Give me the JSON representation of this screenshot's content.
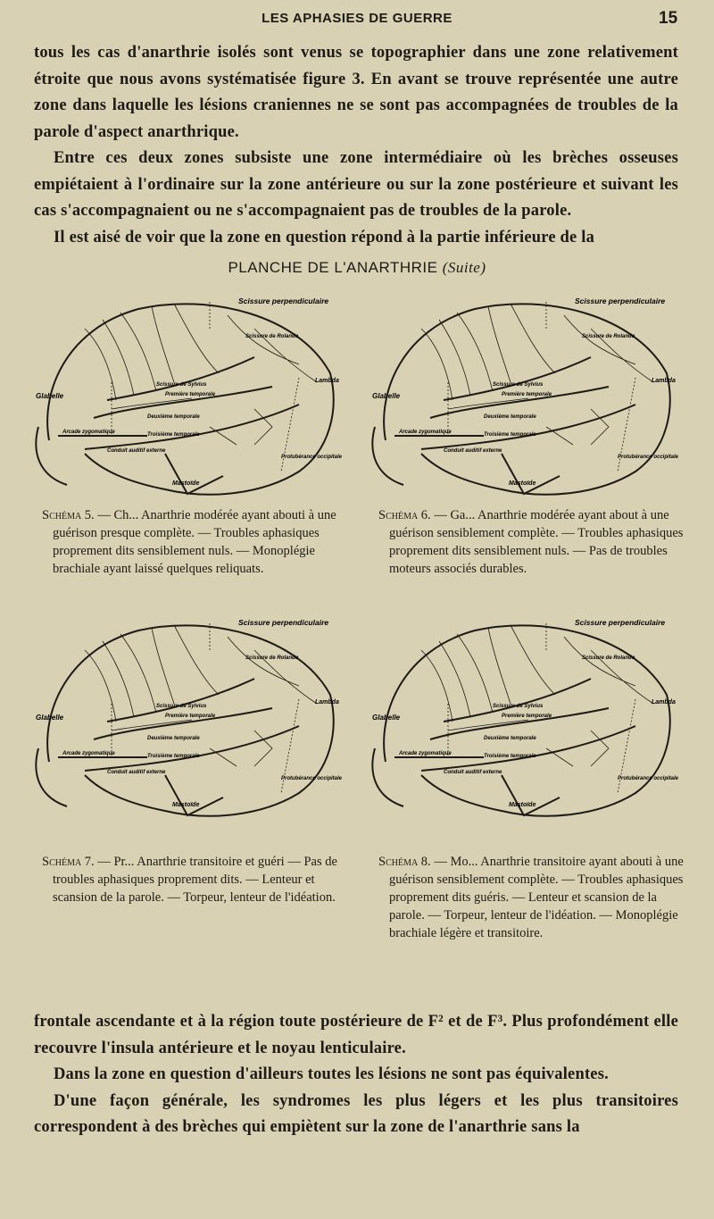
{
  "header": {
    "running_title": "LES APHASIES DE GUERRE",
    "page_number": "15"
  },
  "intro_paragraph": [
    "tous les cas d'anarthrie isolés sont venus se topographier dans une zone relativement étroite que nous avons systématisée figure 3. En avant se trouve représentée une autre zone dans laquelle les lésions craniennes ne se sont pas accompagnées de troubles de la parole d'aspect anarthrique.",
    "Entre ces deux zones subsiste une zone intermédiaire où les brèches osseuses empiétaient à l'ordinaire sur la zone antérieure ou sur la zone postérieure et suivant les cas s'accompagnaient ou ne s'accompagnaient pas de troubles de la parole.",
    "Il est aisé de voir que la zone en question répond à la partie inférieure de la"
  ],
  "plate": {
    "title": "PLANCHE DE L'ANARTHRIE",
    "subtitle": "(Suite)"
  },
  "diagram_labels": {
    "glabelle": "Glabelle",
    "lambda": "Lambda",
    "mastoide": "Mastoïde",
    "scissure_sylvius": "Scissure de Sylvius",
    "premiere_temporale": "Première temporale",
    "deuxieme_temporale": "Deuxième temporale",
    "troisieme_temporale": "Troisième temporale",
    "arcade": "Arcade zygomatique",
    "conduit": "Conduit auditif externe",
    "protuberance": "Protubérance occipitale",
    "scissure_perp": "Scissure perpendiculaire",
    "rolando": "Scissure de Rolando"
  },
  "schemas": [
    {
      "lead": "Schéma 5.",
      "text": " — Ch... Anarthrie modérée ayant abouti à une guérison presque complète. — Troubles aphasiques proprement dits sensiblement nuls. — Monoplégie brachiale ayant laissé quelques reliquats."
    },
    {
      "lead": "Schéma 6.",
      "text": " — Ga... Anarthrie modérée ayant about à une guérison sensiblement complète. — Troubles aphasiques proprement dits sensiblement nuls. — Pas de troubles moteurs associés durables."
    },
    {
      "lead": "Schéma 7.",
      "text": " — Pr... Anarthrie transitoire et guéri — Pas de troubles aphasiques proprement dits. — Lenteur et scansion de la parole. — Torpeur, lenteur de l'idéation."
    },
    {
      "lead": "Schéma 8.",
      "text": " — Mo... Anarthrie transitoire ayant abouti à une guérison sensiblement complète. — Troubles aphasiques proprement dits guéris. — Lenteur et scansion de la parole. — Torpeur, lenteur de l'idéation. — Monoplégie brachiale légère et transitoire."
    }
  ],
  "closing_paragraph": [
    "frontale ascendante et à la région toute postérieure de F² et de F³. Plus profondément elle recouvre l'insula antérieure et le noyau lenticulaire.",
    "Dans la zone en question d'ailleurs toutes les lésions ne sont pas équivalentes.",
    "D'une façon générale, les syndromes les plus légers et les plus transitoires correspondent à des brèches qui empiètent sur la zone de l'anarthrie sans la"
  ]
}
